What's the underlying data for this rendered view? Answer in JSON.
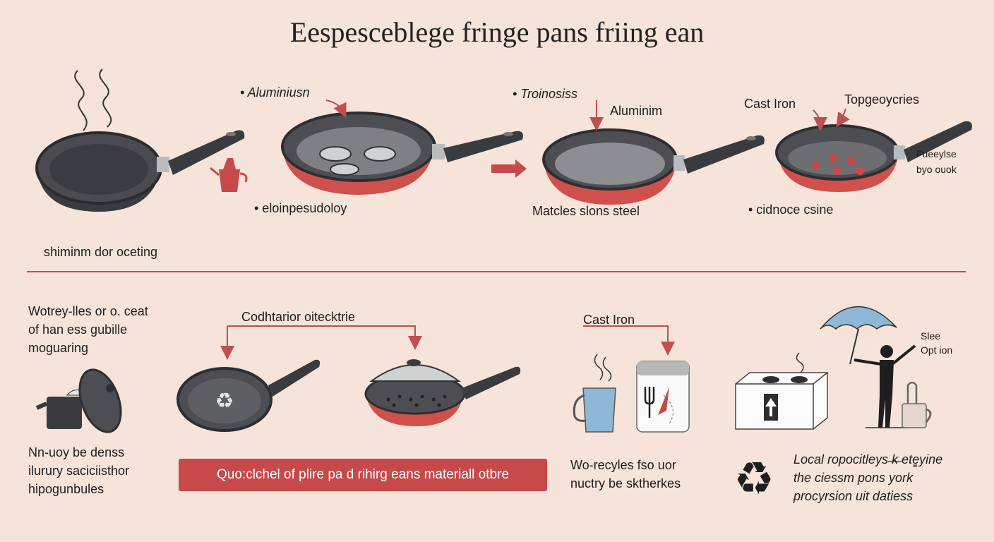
{
  "title": "Eespesceblege fringe pans friing ean",
  "colors": {
    "background": "#f6e3da",
    "accent_red": "#c8494a",
    "pan_dark": "#3b3c40",
    "pan_red": "#d0504c",
    "steel_grey": "#8c8e91",
    "blue": "#8fb8d6"
  },
  "top_row": {
    "pan1": {
      "caption": "shiminm dor oceting"
    },
    "pan2": {
      "label_top": "• Aluminiusn",
      "label_bottom": "• eloinpesudoloy"
    },
    "pan3": {
      "label_top": "• Troinosiss",
      "label_mid": "Aluminim",
      "label_bottom": "Matcles slons steel"
    },
    "pan4": {
      "label_left": "Cast  Iron",
      "label_right": "Topgeoycries",
      "side_line1": "Fueeylse",
      "side_line2": "byo ouok",
      "label_bottom": "• cidnoce csine"
    }
  },
  "bottom_row": {
    "left_text": [
      "Wotrey-lles or o. ceat",
      "of han ess gubille",
      "moguaring"
    ],
    "left_text2": [
      "Nn-uoy be denss",
      "ilurury saciciisthor",
      "hipogunbules"
    ],
    "connector_label": "Codhtarior oitecktrie",
    "banner_text": "Quo:clchel of plire pa d rihirg eans materiall otbre",
    "cast_iron_label": "Cast Iron",
    "cast_iron_text": [
      "Wo-recyles fso uor",
      "nuctry be sktherkes"
    ],
    "option_label": [
      "Slee",
      "Opt ion"
    ],
    "recycle_text": [
      "Local ropocitleys ̶k̶ ete̳yine",
      "the ciessm pons york",
      "procyrsion uit datiess"
    ]
  }
}
